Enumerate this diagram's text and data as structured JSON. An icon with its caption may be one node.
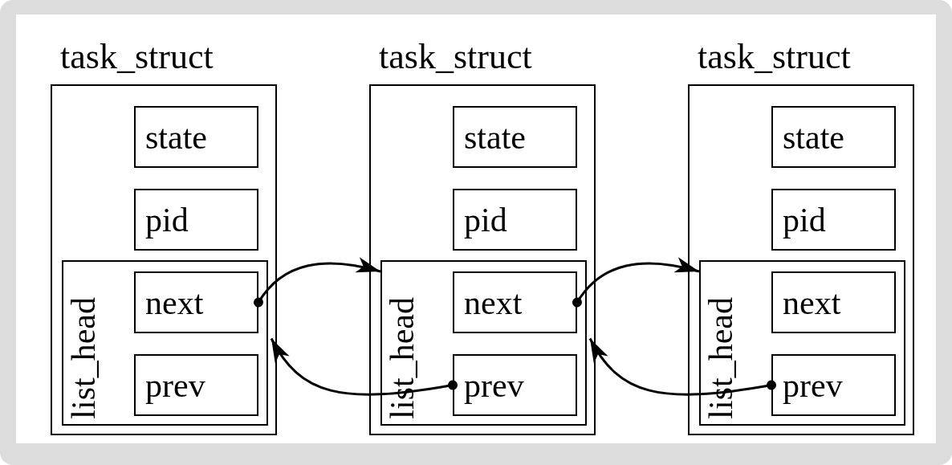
{
  "diagram": {
    "nodes": [
      {
        "text": [
          "task_struct"
        ]
      },
      {
        "text": [
          "state"
        ],
        "in": 0
      },
      {
        "text": [
          "pid"
        ],
        "in": 0
      },
      {
        "text": [
          "list_head"
        ],
        "in": 0
      },
      {
        "text": [
          "next"
        ],
        "in": 3
      },
      {
        "text": [
          "prev"
        ],
        "in": 3
      },
      {
        "text": [
          "task_struct"
        ]
      },
      {
        "text": [
          "state"
        ],
        "in": 6
      },
      {
        "text": [
          "pid"
        ],
        "in": 6
      },
      {
        "text": [
          "list_head"
        ],
        "in": 6
      },
      {
        "text": [
          "next"
        ],
        "in": 9
      },
      {
        "text": [
          "prev"
        ],
        "in": 9
      },
      {
        "text": [
          "task_struct"
        ]
      },
      {
        "text": [
          "state"
        ],
        "in": 12
      },
      {
        "text": [
          "pid"
        ],
        "in": 12
      },
      {
        "text": [
          "list_head"
        ],
        "in": 12
      },
      {
        "text": [
          "next"
        ],
        "in": 15
      },
      {
        "text": [
          "prev"
        ],
        "in": 15
      }
    ],
    "edges": [
      {
        "from": 4,
        "to": 9,
        "arrow": "to"
      },
      {
        "from": 11,
        "to": 3,
        "arrow": "to"
      },
      {
        "from": 10,
        "to": 15,
        "arrow": "to"
      },
      {
        "from": 17,
        "to": 9,
        "arrow": "to"
      }
    ]
  }
}
